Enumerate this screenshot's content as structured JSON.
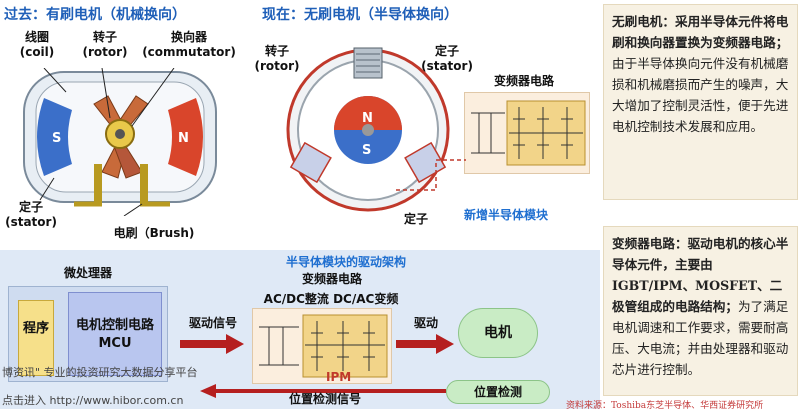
{
  "titles": {
    "past": "过去：有刷电机（机械换向）",
    "now": "现在：无刷电机（半导体换向）"
  },
  "brushed": {
    "coil_cn": "线圈",
    "coil_en": "(coil)",
    "rotor_cn": "转子",
    "rotor_en": "(rotor)",
    "commutator_cn": "换向器",
    "commutator_en": "(commutator)",
    "stator_cn": "定子",
    "stator_en": "(stator)",
    "brush": "电刷（Brush)",
    "pole_s": "S",
    "pole_n": "N"
  },
  "brushless": {
    "rotor_cn": "转子",
    "rotor_en": "(rotor)",
    "stator_cn": "定子",
    "stator_en": "(stator)",
    "stator2": "定子",
    "inverter": "变频器电路",
    "new_module": "新增半导体模块",
    "pole_n": "N",
    "pole_s": "S"
  },
  "notes": {
    "note1_bold": "无刷电机：采用半导体元件将电刷和换向器置换为变频器电路；",
    "note1_rest": "由于半导体换向元件没有机械磨损和机械磨损而产生的噪声，大大增加了控制灵活性，便于先进电机控制技术发展和应用。",
    "note2_bold": "变频器电路：驱动电机的核心半导体元件，主要由IGBT/IPM、MOSFET、二极管组成的电路结构；",
    "note2_rest": "为了满足电机调速和工作要求，需要耐高压、大电流；并由处理器和驱动芯片进行控制。"
  },
  "drive": {
    "title": "半导体模块的驱动架构",
    "mcu_title": "微处理器",
    "program": "程序",
    "control_circuit": "电机控制电路",
    "mcu": "MCU",
    "drive_signal": "驱动信号",
    "inverter_title": "变频器电路",
    "acdc": "AC/DC整流 DC/AC变频",
    "ipm": "IPM",
    "drive": "驱动",
    "motor": "电机",
    "position_detect": "位置检测",
    "position_signal": "位置检测信号"
  },
  "watermark": {
    "line1": "博资讯\" 专业的投资研究大数据分享平台",
    "line2": "点击进入",
    "url": "http://www.hibor.com.cn"
  },
  "source": "资料来源：Toshiba东芝半导体、华西证券研究所",
  "colors": {
    "title_blue": "#1f5fb8",
    "magnet_red": "#d9452b",
    "magnet_blue": "#3b6fc9",
    "arrow_red": "#b51f1f",
    "inverter_gold": "#e7c46a",
    "motor_green": "#c9ecc5"
  }
}
